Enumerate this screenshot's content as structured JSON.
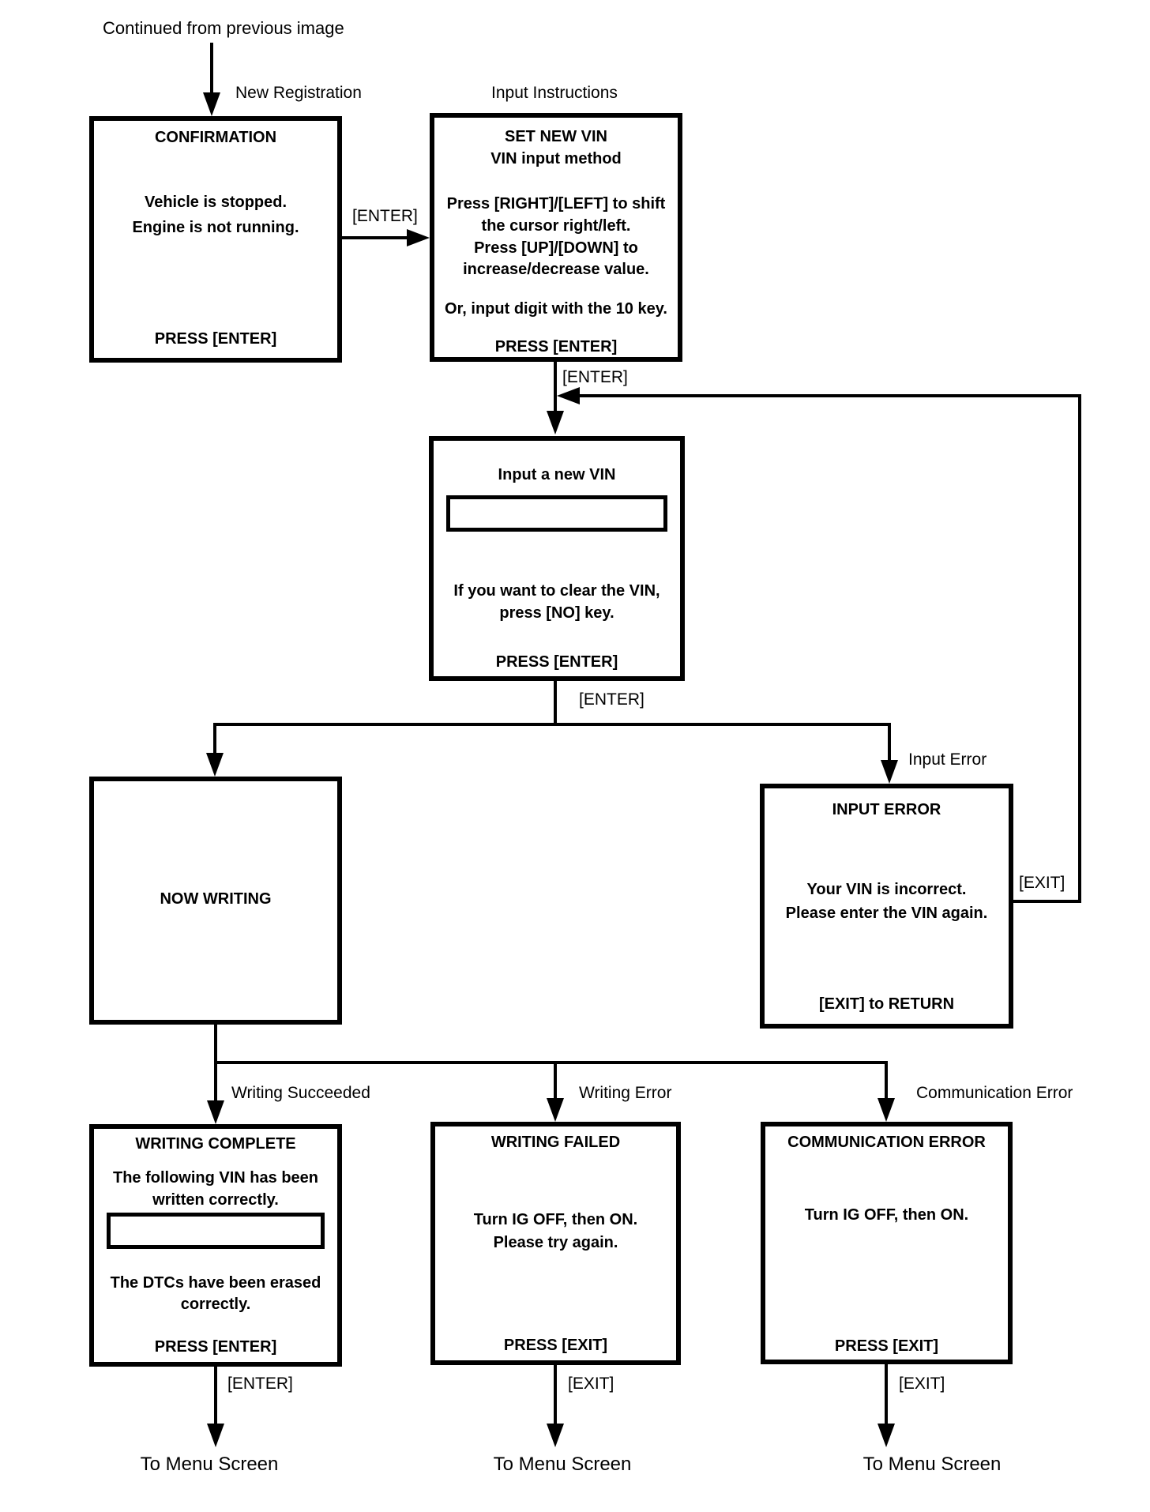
{
  "top": {
    "continued": "Continued from previous image"
  },
  "labels": {
    "new_registration": "New Registration",
    "input_instructions": "Input Instructions",
    "enter_confirm_to_set": "[ENTER]",
    "enter_set_to_input": "[ENTER]",
    "enter_input_to_branch": "[ENTER]",
    "input_error_branch": "Input Error",
    "exit_return_path": "[EXIT]",
    "writing_succeeded": "Writing Succeeded",
    "writing_error": "Writing Error",
    "communication_error": "Communication Error",
    "enter_bottom_left": "[ENTER]",
    "exit_bottom_mid": "[EXIT]",
    "exit_bottom_right": "[EXIT]"
  },
  "boxes": {
    "confirmation": {
      "title": "CONFIRMATION",
      "line1": "Vehicle is stopped.",
      "line2": "Engine is not running.",
      "action": "PRESS [ENTER]"
    },
    "set_new_vin": {
      "title": "SET NEW VIN",
      "subtitle": "VIN input method",
      "line1": "Press [RIGHT]/[LEFT] to shift",
      "line2": "the cursor right/left.",
      "line3": "Press [UP]/[DOWN] to",
      "line4": "increase/decrease value.",
      "line5": "Or, input digit with the 10 key.",
      "action": "PRESS [ENTER]"
    },
    "input_vin": {
      "title": "Input a new VIN",
      "vin_value": "",
      "line1": "If you want to clear the VIN,",
      "line2": "press [NO] key.",
      "action": "PRESS [ENTER]"
    },
    "now_writing": {
      "title": "NOW WRITING"
    },
    "input_error": {
      "title": "INPUT ERROR",
      "line1": "Your VIN is incorrect.",
      "line2": "Please enter the VIN again.",
      "action": "[EXIT] to RETURN"
    },
    "writing_complete": {
      "title": "WRITING COMPLETE",
      "line1": "The following VIN has been",
      "line2": "written correctly.",
      "vin_value": "",
      "line3": "The DTCs have been erased",
      "line4": "correctly.",
      "action": "PRESS [ENTER]"
    },
    "writing_failed": {
      "title": "WRITING FAILED",
      "line1": "Turn IG OFF, then ON.",
      "line2": "Please try again.",
      "action": "PRESS [EXIT]"
    },
    "communication_error": {
      "title": "COMMUNICATION ERROR",
      "line1": "Turn IG OFF, then ON.",
      "action": "PRESS [EXIT]"
    }
  },
  "footer": {
    "to_menu_left": "To Menu Screen",
    "to_menu_mid": "To Menu Screen",
    "to_menu_right": "To Menu Screen"
  },
  "colors": {
    "line": "#000000",
    "background": "#ffffff",
    "text": "#000000"
  }
}
